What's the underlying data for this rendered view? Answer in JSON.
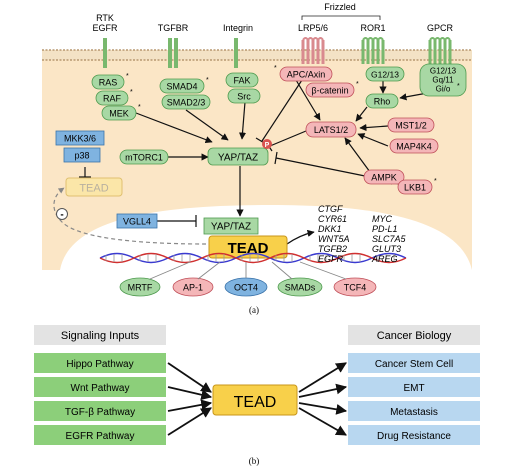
{
  "panel_a": {
    "receptors": {
      "rtk": "RTK",
      "egfr": "EGFR",
      "tgfbr": "TGFBR",
      "integrin": "Integrin",
      "frizzled": "Frizzled",
      "lrp": "LRP5/6",
      "ror1": "ROR1",
      "gpcr": "GPCR"
    },
    "nodes": {
      "ras": "RAS",
      "raf": "RAF",
      "mek": "MEK",
      "smad4": "SMAD4",
      "smad23": "SMAD2/3",
      "fak": "FAK",
      "src": "Src",
      "apc_axin": "APC/Axin",
      "beta_catenin": "β-catenin",
      "g1213": "G12/13",
      "gpcr_g_line1": "G12/13",
      "gpcr_g_line2": "Gq/11",
      "gpcr_g_line3": "Gi/o",
      "rho": "Rho",
      "mkk36": "MKK3/6",
      "p38": "p38",
      "tead_cyto": "TEAD",
      "mtorc1": "mTORC1",
      "yaptaz": "YAP/TAZ",
      "p_label": "P",
      "lats12": "LATS1/2",
      "mst12": "MST1/2",
      "map4k4": "MAP4K4",
      "ampk": "AMPK",
      "lkb1": "LKB1",
      "minus": "-",
      "vgll4": "VGLL4",
      "yaptaz_nuc": "YAP/TAZ",
      "tead_nuc": "TEAD",
      "mrtf": "MRTF",
      "ap1": "AP-1",
      "oct4": "OCT4",
      "smads": "SMADs",
      "tcf4": "TCF4",
      "asterisk": "*"
    },
    "targets_col1": [
      "CTGF",
      "CYR61",
      "DKK1",
      "WNT5A",
      "TGFB2",
      "EGFR"
    ],
    "targets_col2": [
      "MYC",
      "PD-L1",
      "SLC7A5",
      "GLUT3",
      "AREG"
    ],
    "caption": "(a)"
  },
  "panel_b": {
    "inputs_header": "Signaling  Inputs",
    "outputs_header": "Cancer Biology",
    "inputs": [
      "Hippo Pathway",
      "Wnt Pathway",
      "TGF-β Pathway",
      "EGFR Pathway"
    ],
    "center": "TEAD",
    "outputs": [
      "Cancer Stem Cell",
      "EMT",
      "Metastasis",
      "Drug Resistance"
    ],
    "caption": "(b)"
  },
  "colors": {
    "cytoplasm": "#fbe6c6",
    "membrane": "#d2b48c",
    "green_box": "#a8d8a4",
    "green_stroke": "#4e9a4e",
    "pink_box": "#f4b6b8",
    "pink_stroke": "#c0505a",
    "blue_box": "#7fb3e0",
    "blue_stroke": "#3a73aa",
    "tead": "#f8d04a",
    "tead_stroke": "#c8961a",
    "header_gray": "#e3e3e3",
    "input_green": "#8ccf7a",
    "output_blue": "#b8d7f0"
  }
}
